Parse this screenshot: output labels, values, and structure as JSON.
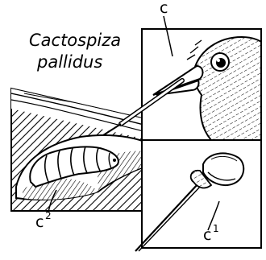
{
  "figure": {
    "species_line1": "Cactospiza",
    "species_line2": "pallidus"
  },
  "labels": {
    "c": {
      "main": "c",
      "superscript": ""
    },
    "c1": {
      "main": "c",
      "superscript": "1"
    },
    "c2": {
      "main": "c",
      "superscript": "2"
    }
  },
  "colors": {
    "ink": "#000000",
    "paper": "#ffffff"
  }
}
